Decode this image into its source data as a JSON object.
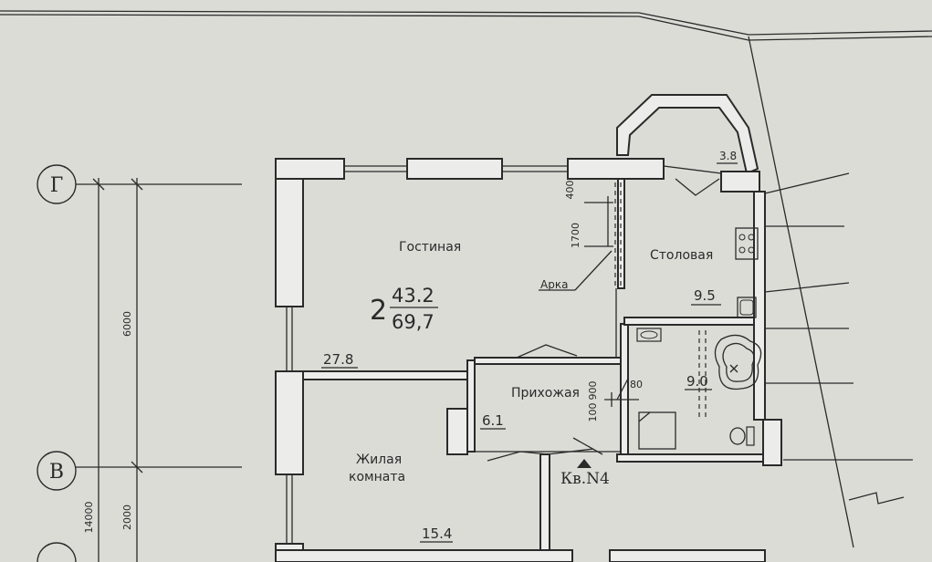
{
  "axes": {
    "g": "Г",
    "v": "В"
  },
  "dimensions": {
    "d6000": "6000",
    "d14000": "14000",
    "d2000": "2000",
    "d400": "400",
    "d1700": "1700",
    "d100": "100",
    "d900": "900",
    "d80": "80"
  },
  "apartment": {
    "rooms_count": "2",
    "living_area": "43.2",
    "total_area": "69,7",
    "title": "Кв.N4"
  },
  "rooms": {
    "living_room": {
      "name": "Гостиная",
      "area": "27.8"
    },
    "dining": {
      "name": "Столовая",
      "area": "9.5"
    },
    "bathroom": {
      "area": "9.0"
    },
    "hall": {
      "name": "Прихожая",
      "area": "6.1"
    },
    "bedroom": {
      "name_line1": "Жилая",
      "name_line2": "комната",
      "area": "15.4"
    },
    "balcony": {
      "area": "3.8"
    }
  },
  "annotations": {
    "arch": "Арка"
  },
  "colors": {
    "paper": "#dcdcd7",
    "ink": "#2a2a2a",
    "wall_fill": "#ececea"
  }
}
